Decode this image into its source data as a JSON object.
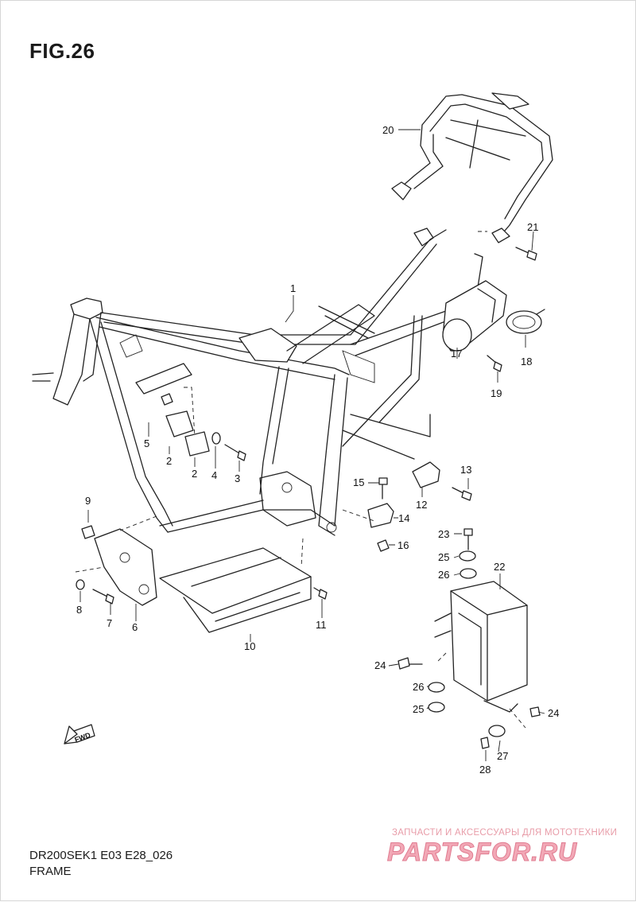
{
  "figure": {
    "title": "FIG.26",
    "model_code": "DR200SEK1 E03 E28_026",
    "section_name": "FRAME"
  },
  "watermark": {
    "caption": "ЗАПЧАСТИ И АКСЕССУАРЫ ДЛЯ МОТОТЕХНИКИ",
    "logo_text": "PARTSFOR.RU"
  },
  "fwd_label": "FWD",
  "callouts": [
    "1",
    "2",
    "2",
    "3",
    "4",
    "5",
    "6",
    "7",
    "8",
    "9",
    "10",
    "11",
    "12",
    "13",
    "14",
    "15",
    "16",
    "17",
    "18",
    "19",
    "20",
    "21",
    "22",
    "23",
    "24",
    "24",
    "25",
    "25",
    "26",
    "26",
    "27",
    "28"
  ]
}
